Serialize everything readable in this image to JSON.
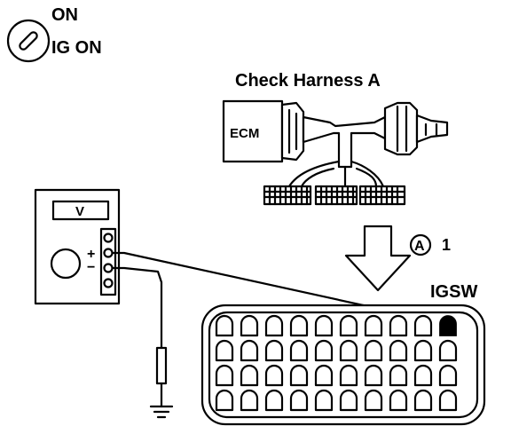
{
  "labels": {
    "key_state": "ON",
    "ignition_state": "IG ON",
    "harness_title": "Check Harness A",
    "ecm": "ECM",
    "meter_display": "V",
    "plus": "+",
    "minus": "−",
    "circle_letter": "A",
    "terminal_number": "1",
    "terminal_name": "IGSW"
  },
  "connector": {
    "rows": 4,
    "cols": 10,
    "highlighted_terminal": {
      "row": 1,
      "col": 10
    }
  },
  "icons": [
    "ignition-key-icon",
    "circled-a-icon",
    "down-arrow-icon",
    "ground-symbol-icon",
    "voltmeter-icon"
  ]
}
